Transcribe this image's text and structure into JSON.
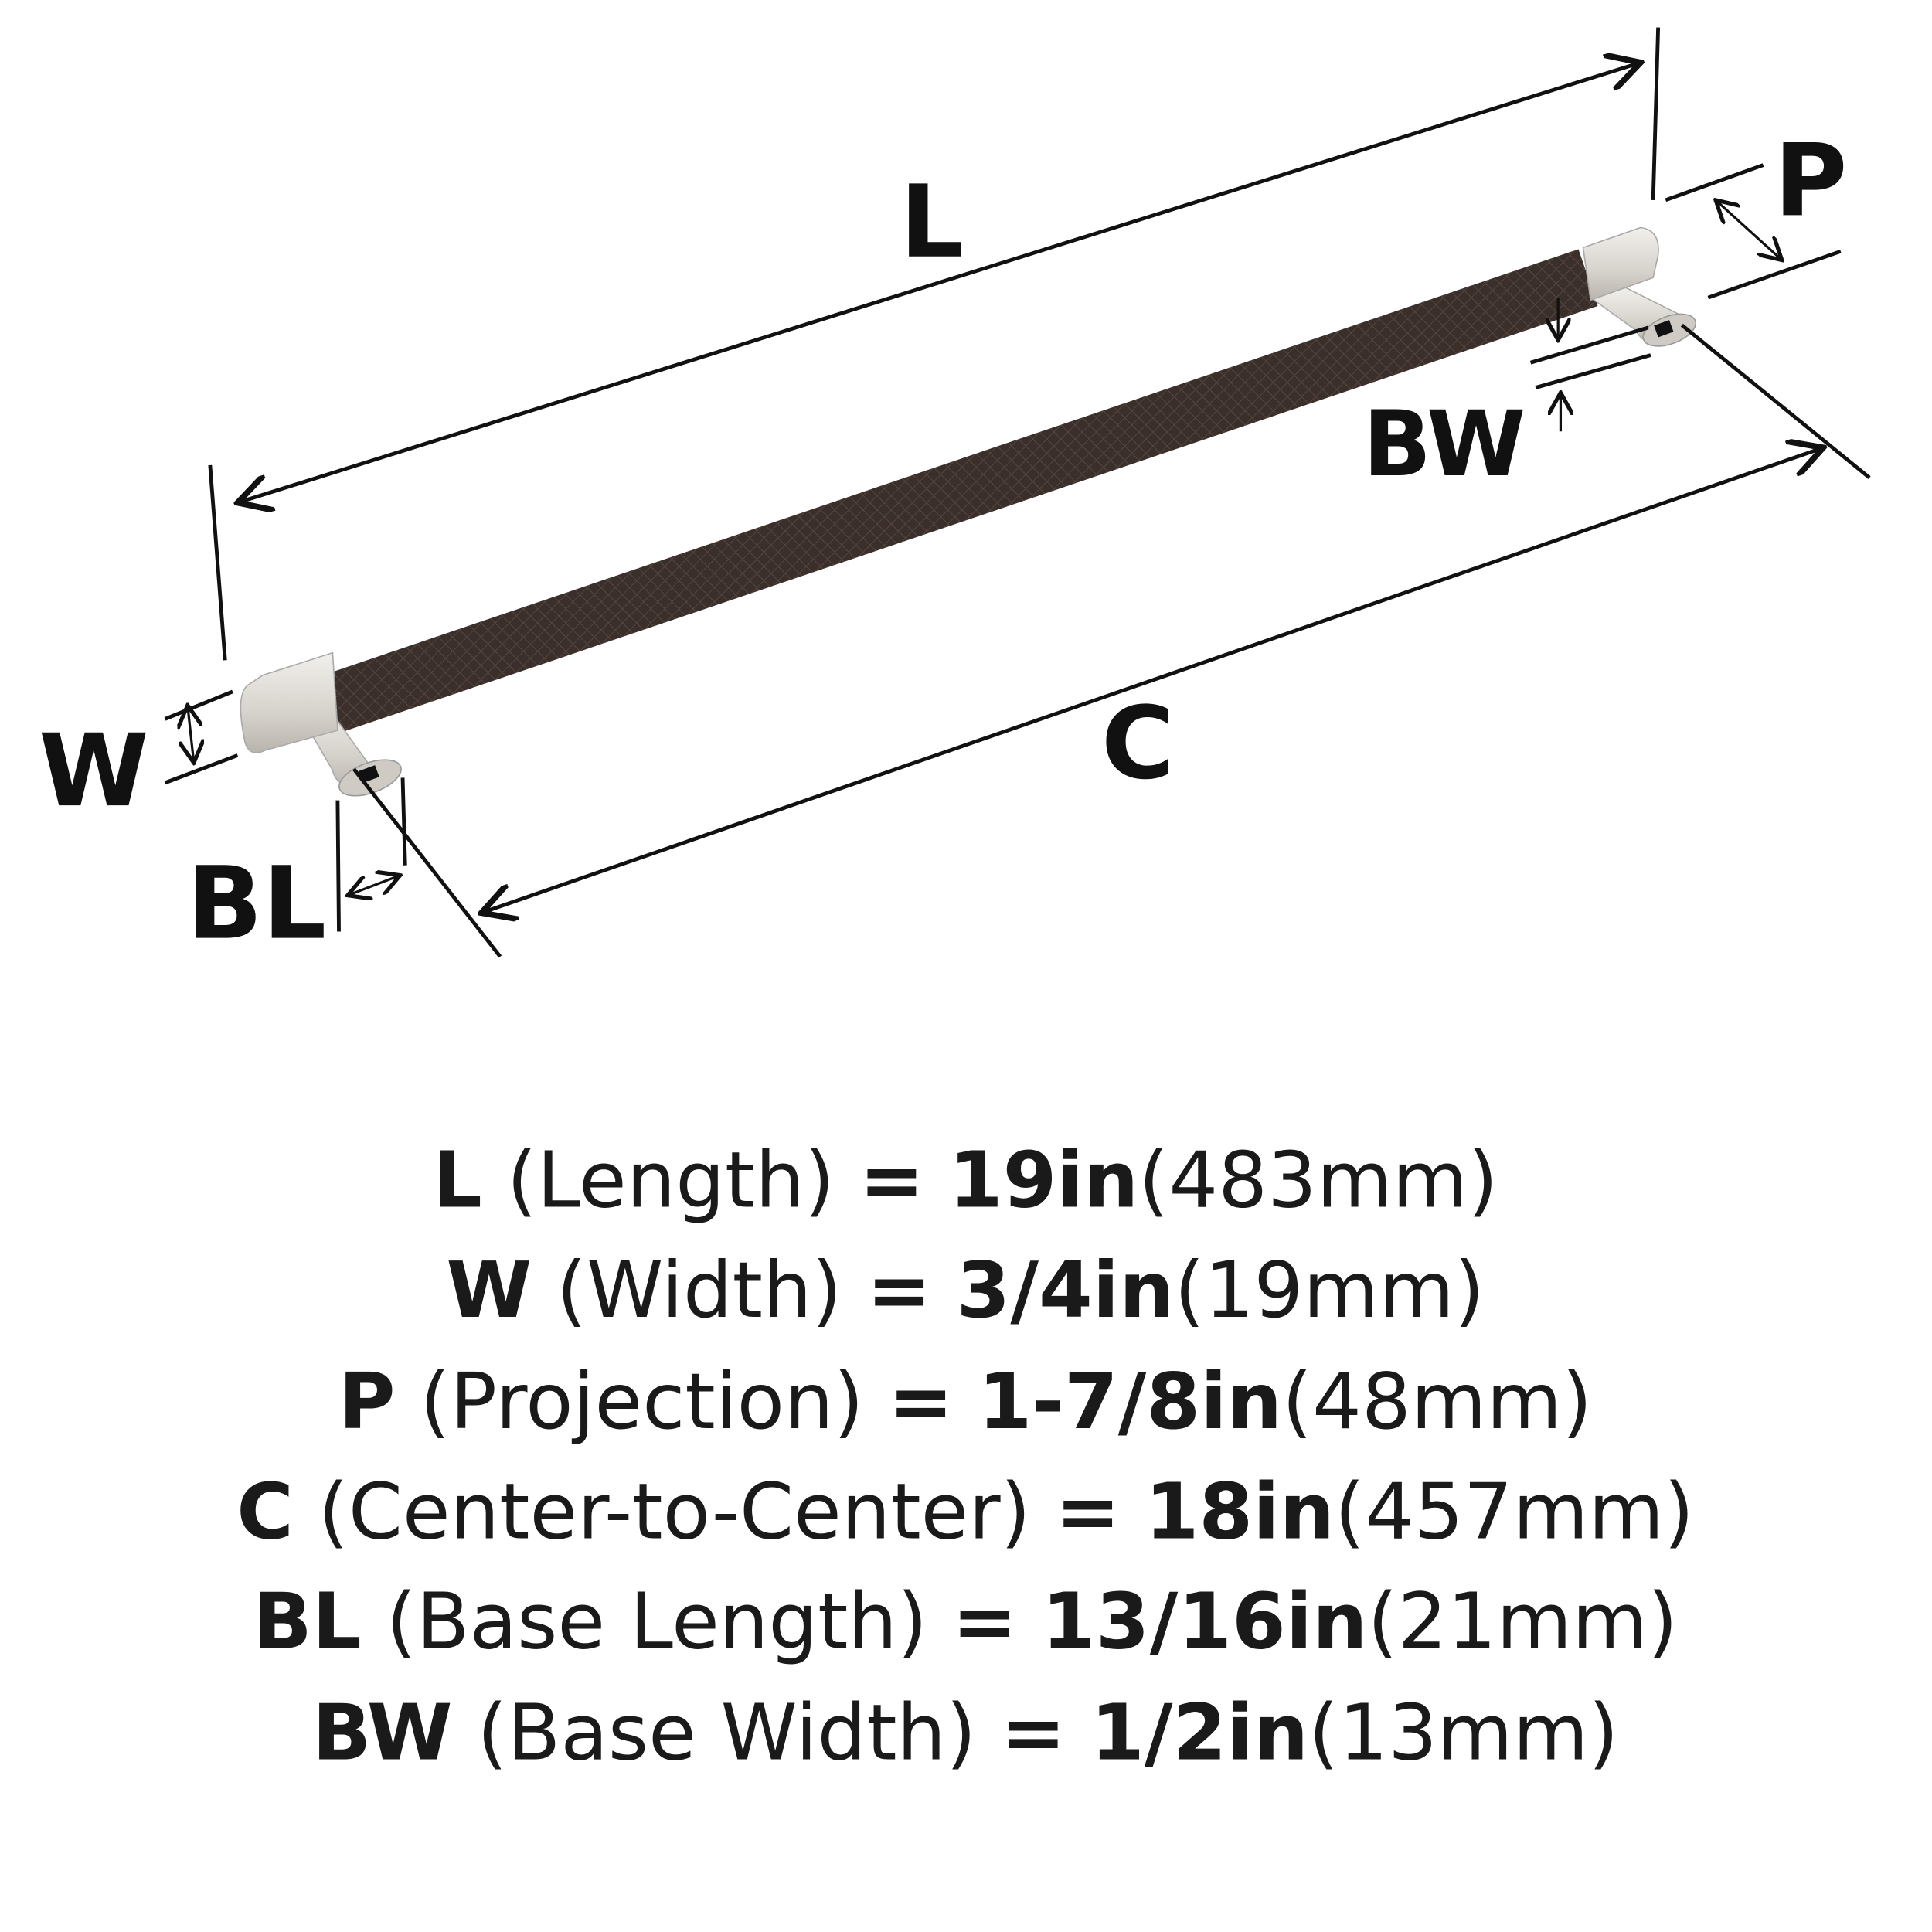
{
  "diagram": {
    "labels": {
      "L": "L",
      "W": "W",
      "P": "P",
      "C": "C",
      "BL": "BL",
      "BW": "BW"
    },
    "colors": {
      "bar": "#3b2f2b",
      "finish": "#d9d5cf",
      "line": "#111111"
    }
  },
  "specs": [
    {
      "key": "L",
      "name": "(Length)",
      "eq": "=",
      "imperial": "19in",
      "metric": "(483mm)"
    },
    {
      "key": "W",
      "name": "(Width)",
      "eq": "=",
      "imperial": "3/4in",
      "metric": "(19mm)"
    },
    {
      "key": "P",
      "name": "(Projection)",
      "eq": "=",
      "imperial": "1-7/8in",
      "metric": "(48mm)"
    },
    {
      "key": "C",
      "name": "(Center-to-Center)",
      "eq": "=",
      "imperial": "18in",
      "metric": "(457mm)"
    },
    {
      "key": "BL",
      "name": "(Base Length)",
      "eq": "=",
      "imperial": "13/16in",
      "metric": "(21mm)"
    },
    {
      "key": "BW",
      "name": "(Base Width)",
      "eq": "=",
      "imperial": "1/2in",
      "metric": "(13mm)"
    }
  ]
}
